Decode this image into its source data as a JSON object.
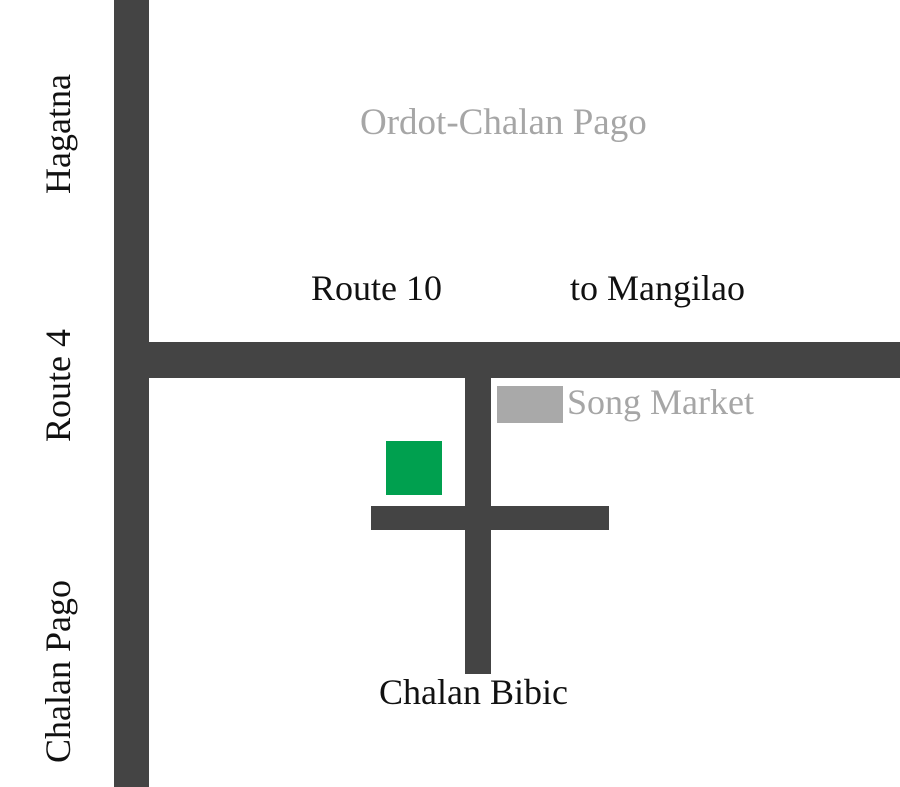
{
  "map": {
    "area_label": "Ordot-Chalan Pago",
    "roads": {
      "route4": "Route 4",
      "route10": "Route 10",
      "to_mangilao": "to Mangilao",
      "chalan_bibic": "Chalan Bibic"
    },
    "directions": {
      "north": "Hagatna",
      "south": "Chalan Pago"
    },
    "landmarks": {
      "song_market": "Song Market"
    }
  },
  "colors": {
    "road": "#444444",
    "background": "#ffffff",
    "primary_text": "#111111",
    "muted_text": "#a6a6a6",
    "song_market_marker": "#a9a9a9",
    "destination_marker": "#00a04f"
  }
}
